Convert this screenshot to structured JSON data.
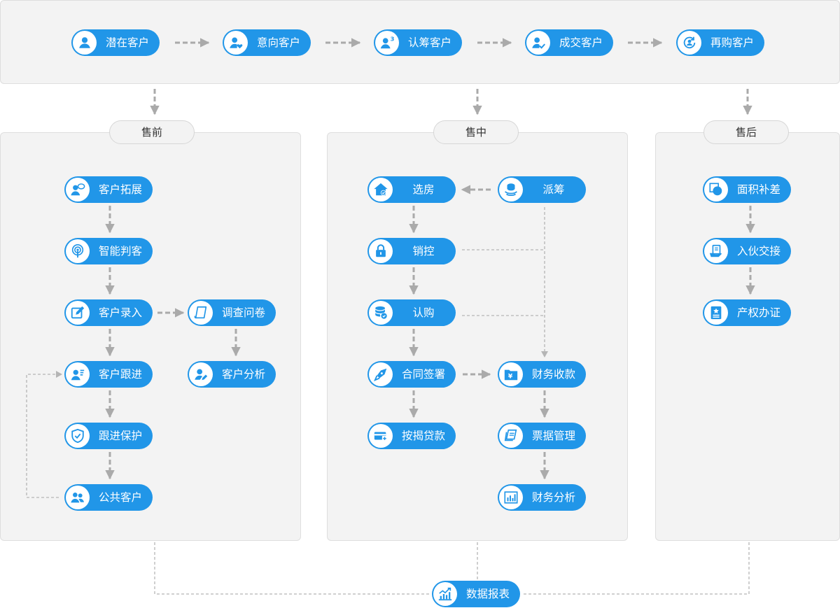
{
  "colors": {
    "accent": "#2196e8",
    "panel": "#f3f3f3",
    "arrow": "#aaaaaa",
    "dash": "#b5b5b5"
  },
  "stages": {
    "potential": {
      "label": "潜在客户",
      "icon": "user-icon"
    },
    "intent": {
      "label": "意向客户",
      "icon": "user-heart-icon"
    },
    "subscribe": {
      "label": "认筹客户",
      "icon": "user-number-icon"
    },
    "deal": {
      "label": "成交客户",
      "icon": "user-check-icon"
    },
    "repurchase": {
      "label": "再购客户",
      "icon": "user-cycle-icon"
    }
  },
  "sections": {
    "pre": "售前",
    "mid": "售中",
    "post": "售后"
  },
  "pre": {
    "expand": {
      "label": "客户拓展",
      "icon": "user-chat-icon"
    },
    "judge": {
      "label": "智能判客",
      "icon": "signal-icon"
    },
    "entry": {
      "label": "客户录入",
      "icon": "edit-icon"
    },
    "survey": {
      "label": "调查问卷",
      "icon": "paper-icon"
    },
    "follow": {
      "label": "客户跟进",
      "icon": "user-list-icon"
    },
    "analysis": {
      "label": "客户分析",
      "icon": "user-pen-icon"
    },
    "protect": {
      "label": "跟进保护",
      "icon": "shield-icon"
    },
    "public": {
      "label": "公共客户",
      "icon": "users-icon"
    }
  },
  "mid": {
    "room": {
      "label": "选房",
      "icon": "house-icon"
    },
    "dispatch": {
      "label": "派筹",
      "icon": "coin-stack-icon"
    },
    "control": {
      "label": "销控",
      "icon": "lock-icon"
    },
    "purchase": {
      "label": "认购",
      "icon": "database-icon"
    },
    "contract": {
      "label": "合同签署",
      "icon": "pen-nib-icon"
    },
    "finance": {
      "label": "财务收款",
      "icon": "yuan-folder-icon"
    },
    "mortgage": {
      "label": "按揭贷款",
      "icon": "card-icon"
    },
    "bill": {
      "label": "票据管理",
      "icon": "receipt-icon"
    },
    "fin_analysis": {
      "label": "财务分析",
      "icon": "bar-chart-icon"
    }
  },
  "post": {
    "area": {
      "label": "面积补差",
      "icon": "area-icon"
    },
    "handover": {
      "label": "入伙交接",
      "icon": "handover-icon"
    },
    "property": {
      "label": "产权办证",
      "icon": "certificate-icon"
    }
  },
  "report": {
    "label": "数据报表",
    "icon": "trend-chart-icon"
  }
}
